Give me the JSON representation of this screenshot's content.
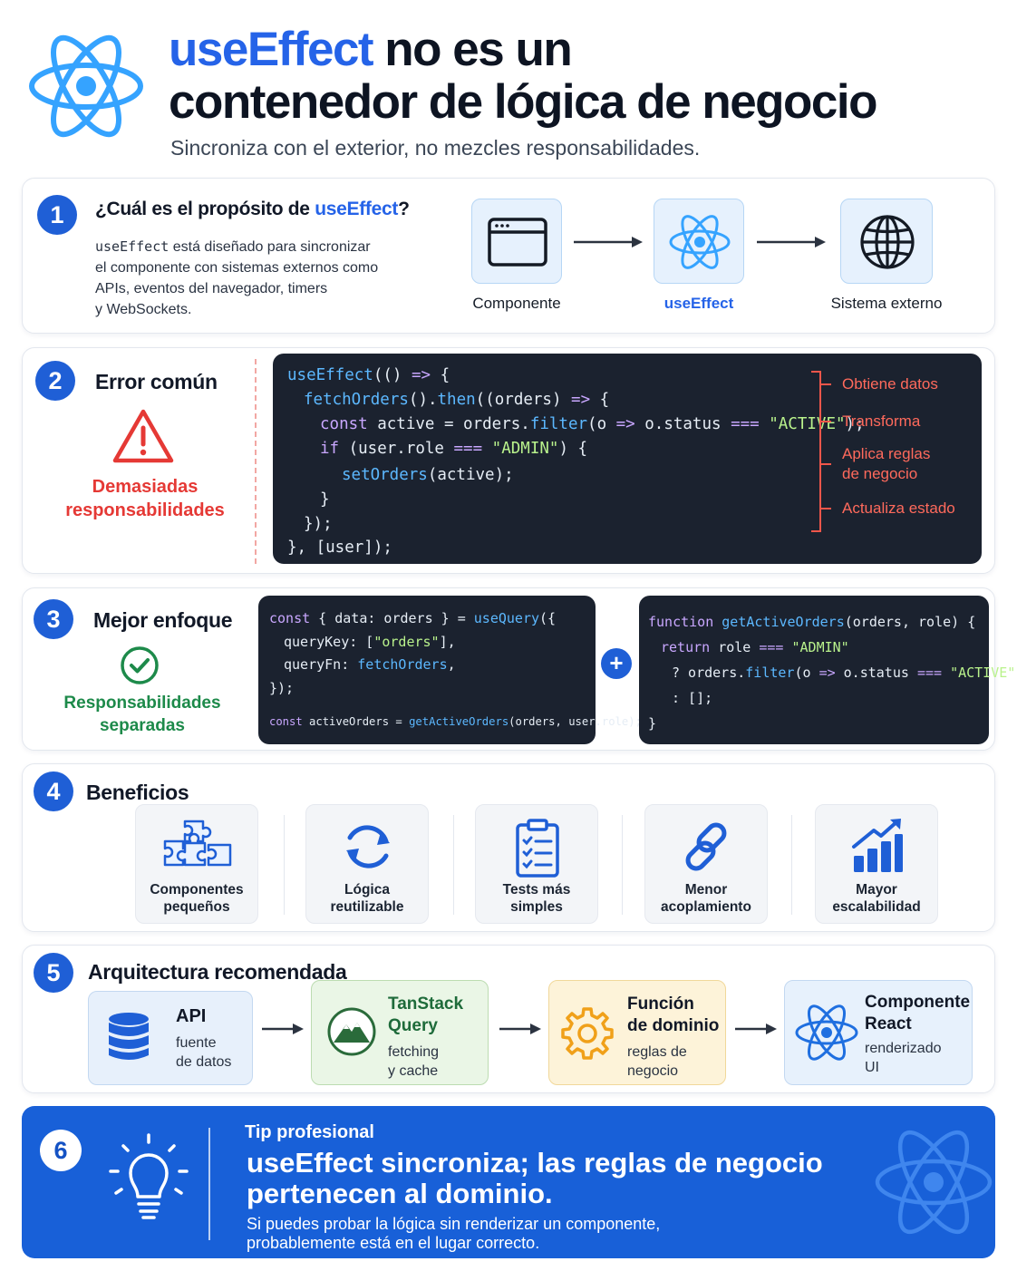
{
  "header": {
    "title_highlight": "useEffect",
    "title_rest_1": " no es un",
    "title_line_2": "contenedor de lógica de negocio",
    "subtitle": "Sincroniza con el exterior, no mezcles responsabilidades."
  },
  "section1": {
    "number": "1",
    "heading_prefix": "¿Cuál es el propósito de ",
    "heading_highlight": "useEffect",
    "heading_suffix": "?",
    "desc_code": "useEffect",
    "desc_1": " está diseñado para sincronizar",
    "desc_2": "el componente con sistemas externos como",
    "desc_3": "APIs, eventos del navegador, timers",
    "desc_4": "y WebSockets.",
    "flow": [
      {
        "label": "Componente",
        "icon": "browser-window-icon"
      },
      {
        "label": "useEffect",
        "icon": "react-atom-icon"
      },
      {
        "label": "Sistema externo",
        "icon": "globe-icon"
      }
    ]
  },
  "section2": {
    "number": "2",
    "heading": "Error común",
    "warning_1": "Demasiadas",
    "warning_2": "responsabilidades",
    "code": {
      "l1": "useEffect(() => {",
      "l2": "fetchOrders().then((orders) => {",
      "l3": "const active = orders.filter(o => o.status === \"ACTIVE\");",
      "l4": "if (user.role === \"ADMIN\") {",
      "l5": "setOrders(active);",
      "l6": "}",
      "l7": "});",
      "l8": "}, [user]);"
    },
    "annotations": [
      "Obtiene datos",
      "Transforma",
      "Aplica reglas",
      "de negocio",
      "Actualiza estado"
    ]
  },
  "section3": {
    "number": "3",
    "heading": "Mejor enfoque",
    "ok_1": "Responsabilidades",
    "ok_2": "separadas",
    "plus": "+"
  },
  "section4": {
    "number": "4",
    "heading": "Beneficios",
    "items": [
      {
        "l1": "Componentes",
        "l2": "pequeños",
        "icon": "puzzle-icon"
      },
      {
        "l1": "Lógica",
        "l2": "reutilizable",
        "icon": "refresh-icon"
      },
      {
        "l1": "Tests más",
        "l2": "simples",
        "icon": "clipboard-checklist-icon"
      },
      {
        "l1": "Menor",
        "l2": "acoplamiento",
        "icon": "link-icon"
      },
      {
        "l1": "Mayor",
        "l2": "escalabilidad",
        "icon": "bar-growth-icon"
      }
    ]
  },
  "section5": {
    "number": "5",
    "heading": "Arquitectura recomendada",
    "api": {
      "title": "API",
      "s1": "fuente",
      "s2": "de datos",
      "icon": "database-icon"
    },
    "tanstack": {
      "t1": "TanStack",
      "t2": "Query",
      "s1": "fetching",
      "s2": "y cache",
      "icon": "mountain-icon"
    },
    "domain": {
      "t1": "Función",
      "t2": "de dominio",
      "s1": "reglas de",
      "s2": "negocio",
      "icon": "gear-icon"
    },
    "react": {
      "t1": "Componente",
      "t2": "React",
      "s1": "renderizado",
      "s2": "UI",
      "icon": "react-atom-icon"
    }
  },
  "section6": {
    "number": "6",
    "label": "Tip profesional",
    "headline_1": "useEffect sincroniza; las reglas de negocio",
    "headline_2": "pertenecen al dominio.",
    "body_1": "Si puedes probar la lógica sin renderizar un componente,",
    "body_2": "probablemente está en el lugar correcto."
  },
  "colors": {
    "brand_blue": "#1f5fd6",
    "react_blue": "#2f9bff",
    "error_red": "#e53935",
    "ok_green": "#1d8a4a",
    "code_bg": "#1b222f"
  }
}
